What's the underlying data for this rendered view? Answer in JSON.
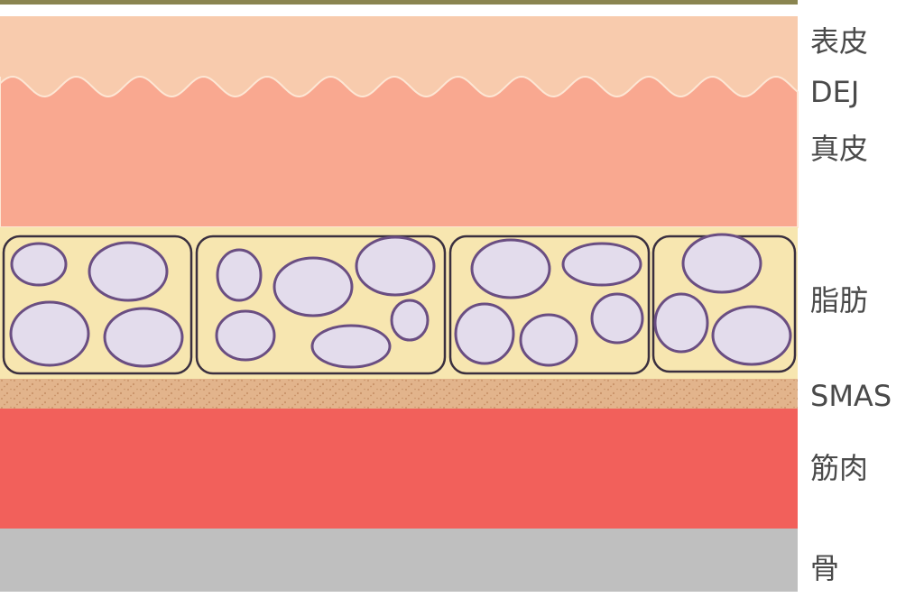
{
  "colors": {
    "top_bar": "#8a8550",
    "epidermis": "#f8cbad",
    "epidermis_wave_edge": "#fde6d4",
    "dermis": "#f9a890",
    "fat": "#f7e6b0",
    "fat_lobule_border": "#3a2f3f",
    "fat_cell_fill": "#e3dcec",
    "fat_cell_border": "#6a4e82",
    "smas": "#e2b48c",
    "smas_speckle": "#c99268",
    "muscle": "#f2605b",
    "bone": "#bfbfbf",
    "label_text": "#4a4a4a"
  },
  "labels": {
    "epidermis": "表皮",
    "dej": "DEJ",
    "dermis": "真皮",
    "fat": "脂肪",
    "smas": "SMAS",
    "muscle": "筋肉",
    "bone": "骨"
  }
}
